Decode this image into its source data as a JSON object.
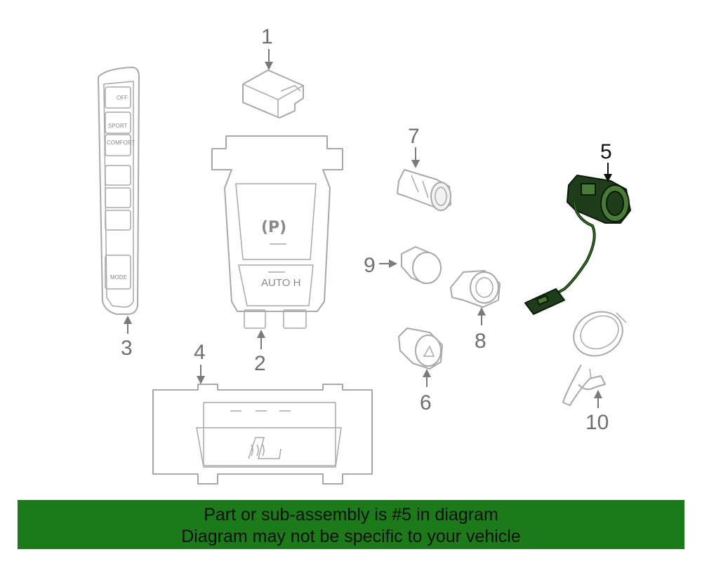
{
  "diagram": {
    "callouts": [
      "1",
      "2",
      "3",
      "4",
      "5",
      "6",
      "7",
      "8",
      "9",
      "10"
    ],
    "highlighted_callout": "5",
    "part_labels": {
      "off": "OFF",
      "sport": "SPORT",
      "comfort": "COMFORT",
      "mode": "MODE",
      "park": "(P)",
      "auto_hold": "AUTO H"
    },
    "colors": {
      "highlight": "#1f3d1a",
      "banner": "#1d7a1a",
      "outline": "#a8a8a8"
    }
  },
  "banner": {
    "line1": "Part or sub-assembly is #5 in diagram",
    "line2": "Diagram may not be specific to your vehicle"
  }
}
